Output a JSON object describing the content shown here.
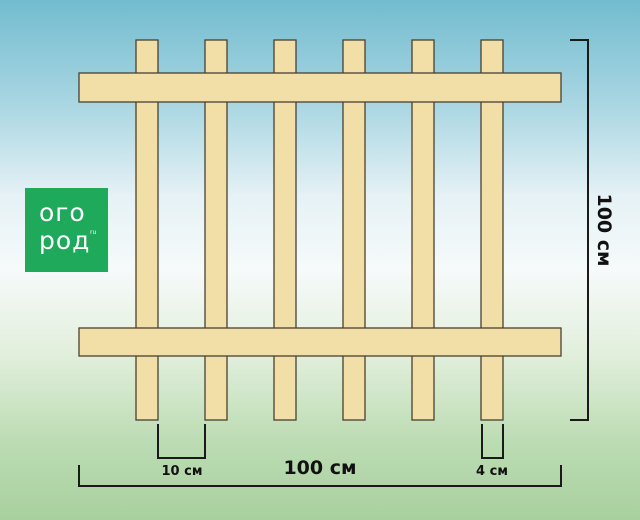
{
  "logo": {
    "line1": "ого",
    "line2": "род",
    "suffix": "ru"
  },
  "dimensions": {
    "height_label": "100 см",
    "width_label": "100 см",
    "gap_label": "10 см",
    "picket_width_label": "4 см"
  },
  "colors": {
    "wood": "#f2dfa8",
    "logo_green": "#1fa95b"
  },
  "fence": {
    "pickets": 6,
    "rails": 2
  }
}
